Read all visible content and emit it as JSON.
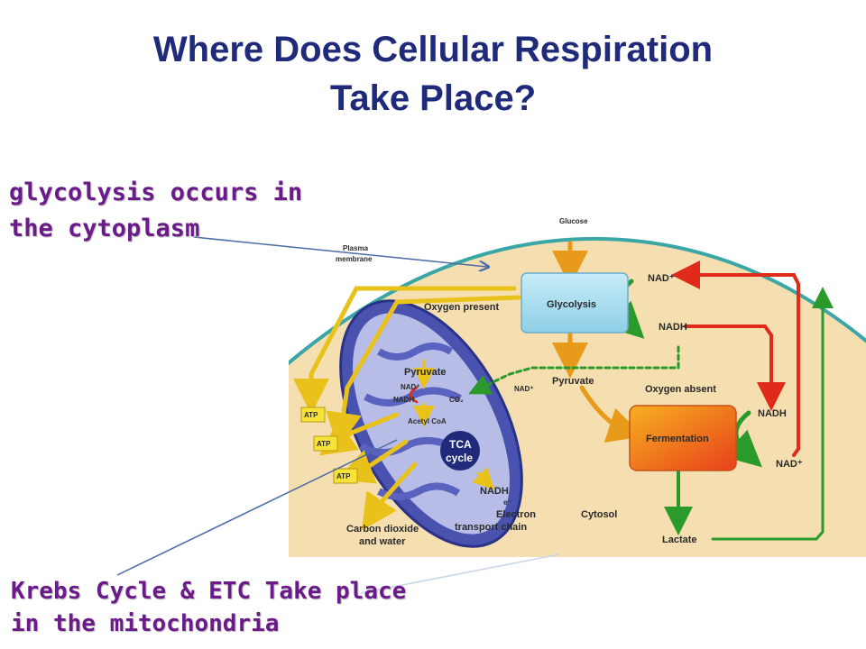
{
  "slide": {
    "title_line1": "Where Does Cellular Respiration",
    "title_line2": "Take Place?"
  },
  "callouts": {
    "top_line1": "glycolysis occurs in",
    "top_line2": "the cytoplasm",
    "bottom_line1": "Krebs Cycle & ETC Take place",
    "bottom_line2": "in the mitochondria"
  },
  "diagram": {
    "glucose": "Glucose",
    "plasma_membrane_1": "Plasma",
    "plasma_membrane_2": "membrane",
    "oxygen_present": "Oxygen present",
    "glycolysis": "Glycolysis",
    "nad_plus_top": "NAD⁺",
    "nadh_top": "NADH",
    "pyruvate_mito": "Pyruvate",
    "nad_plus_mito": "NAD⁺",
    "nadh_mito": "NADH",
    "co2": "CO₂",
    "acetyl_coa": "Acetyl CoA",
    "nad_plus_mid": "NAD⁺",
    "pyruvate_cyto": "Pyruvate",
    "oxygen_absent": "Oxygen absent",
    "tca_1": "TCA",
    "tca_2": "cycle",
    "atp_1": "ATP",
    "atp_2": "ATP",
    "atp_3": "ATP",
    "nadh_right": "NADH",
    "fermentation": "Fermentation",
    "nad_plus_right": "NAD⁺",
    "nadh_etc": "NADH",
    "e_minus": "e⁻",
    "etc_1": "Electron",
    "etc_2": "transport chain",
    "cytosol": "Cytosol",
    "co2_water_1": "Carbon dioxide",
    "co2_water_2": "and water",
    "lactate": "Lactate"
  },
  "colors": {
    "title": "#1f2a7a",
    "callout_text": "#6b1a8a",
    "cytoplasm": "#f5deb0",
    "membrane": "#3aa6a6",
    "mitochondrion": "#4a52b0",
    "glycolysis_box": "#a8dcef",
    "fermentation_box": "#f07a1a",
    "arrow_yellow": "#e8c21a",
    "arrow_green": "#2a9a2a",
    "arrow_red": "#e02a1a",
    "pointer_line": "#4a6aa8"
  }
}
